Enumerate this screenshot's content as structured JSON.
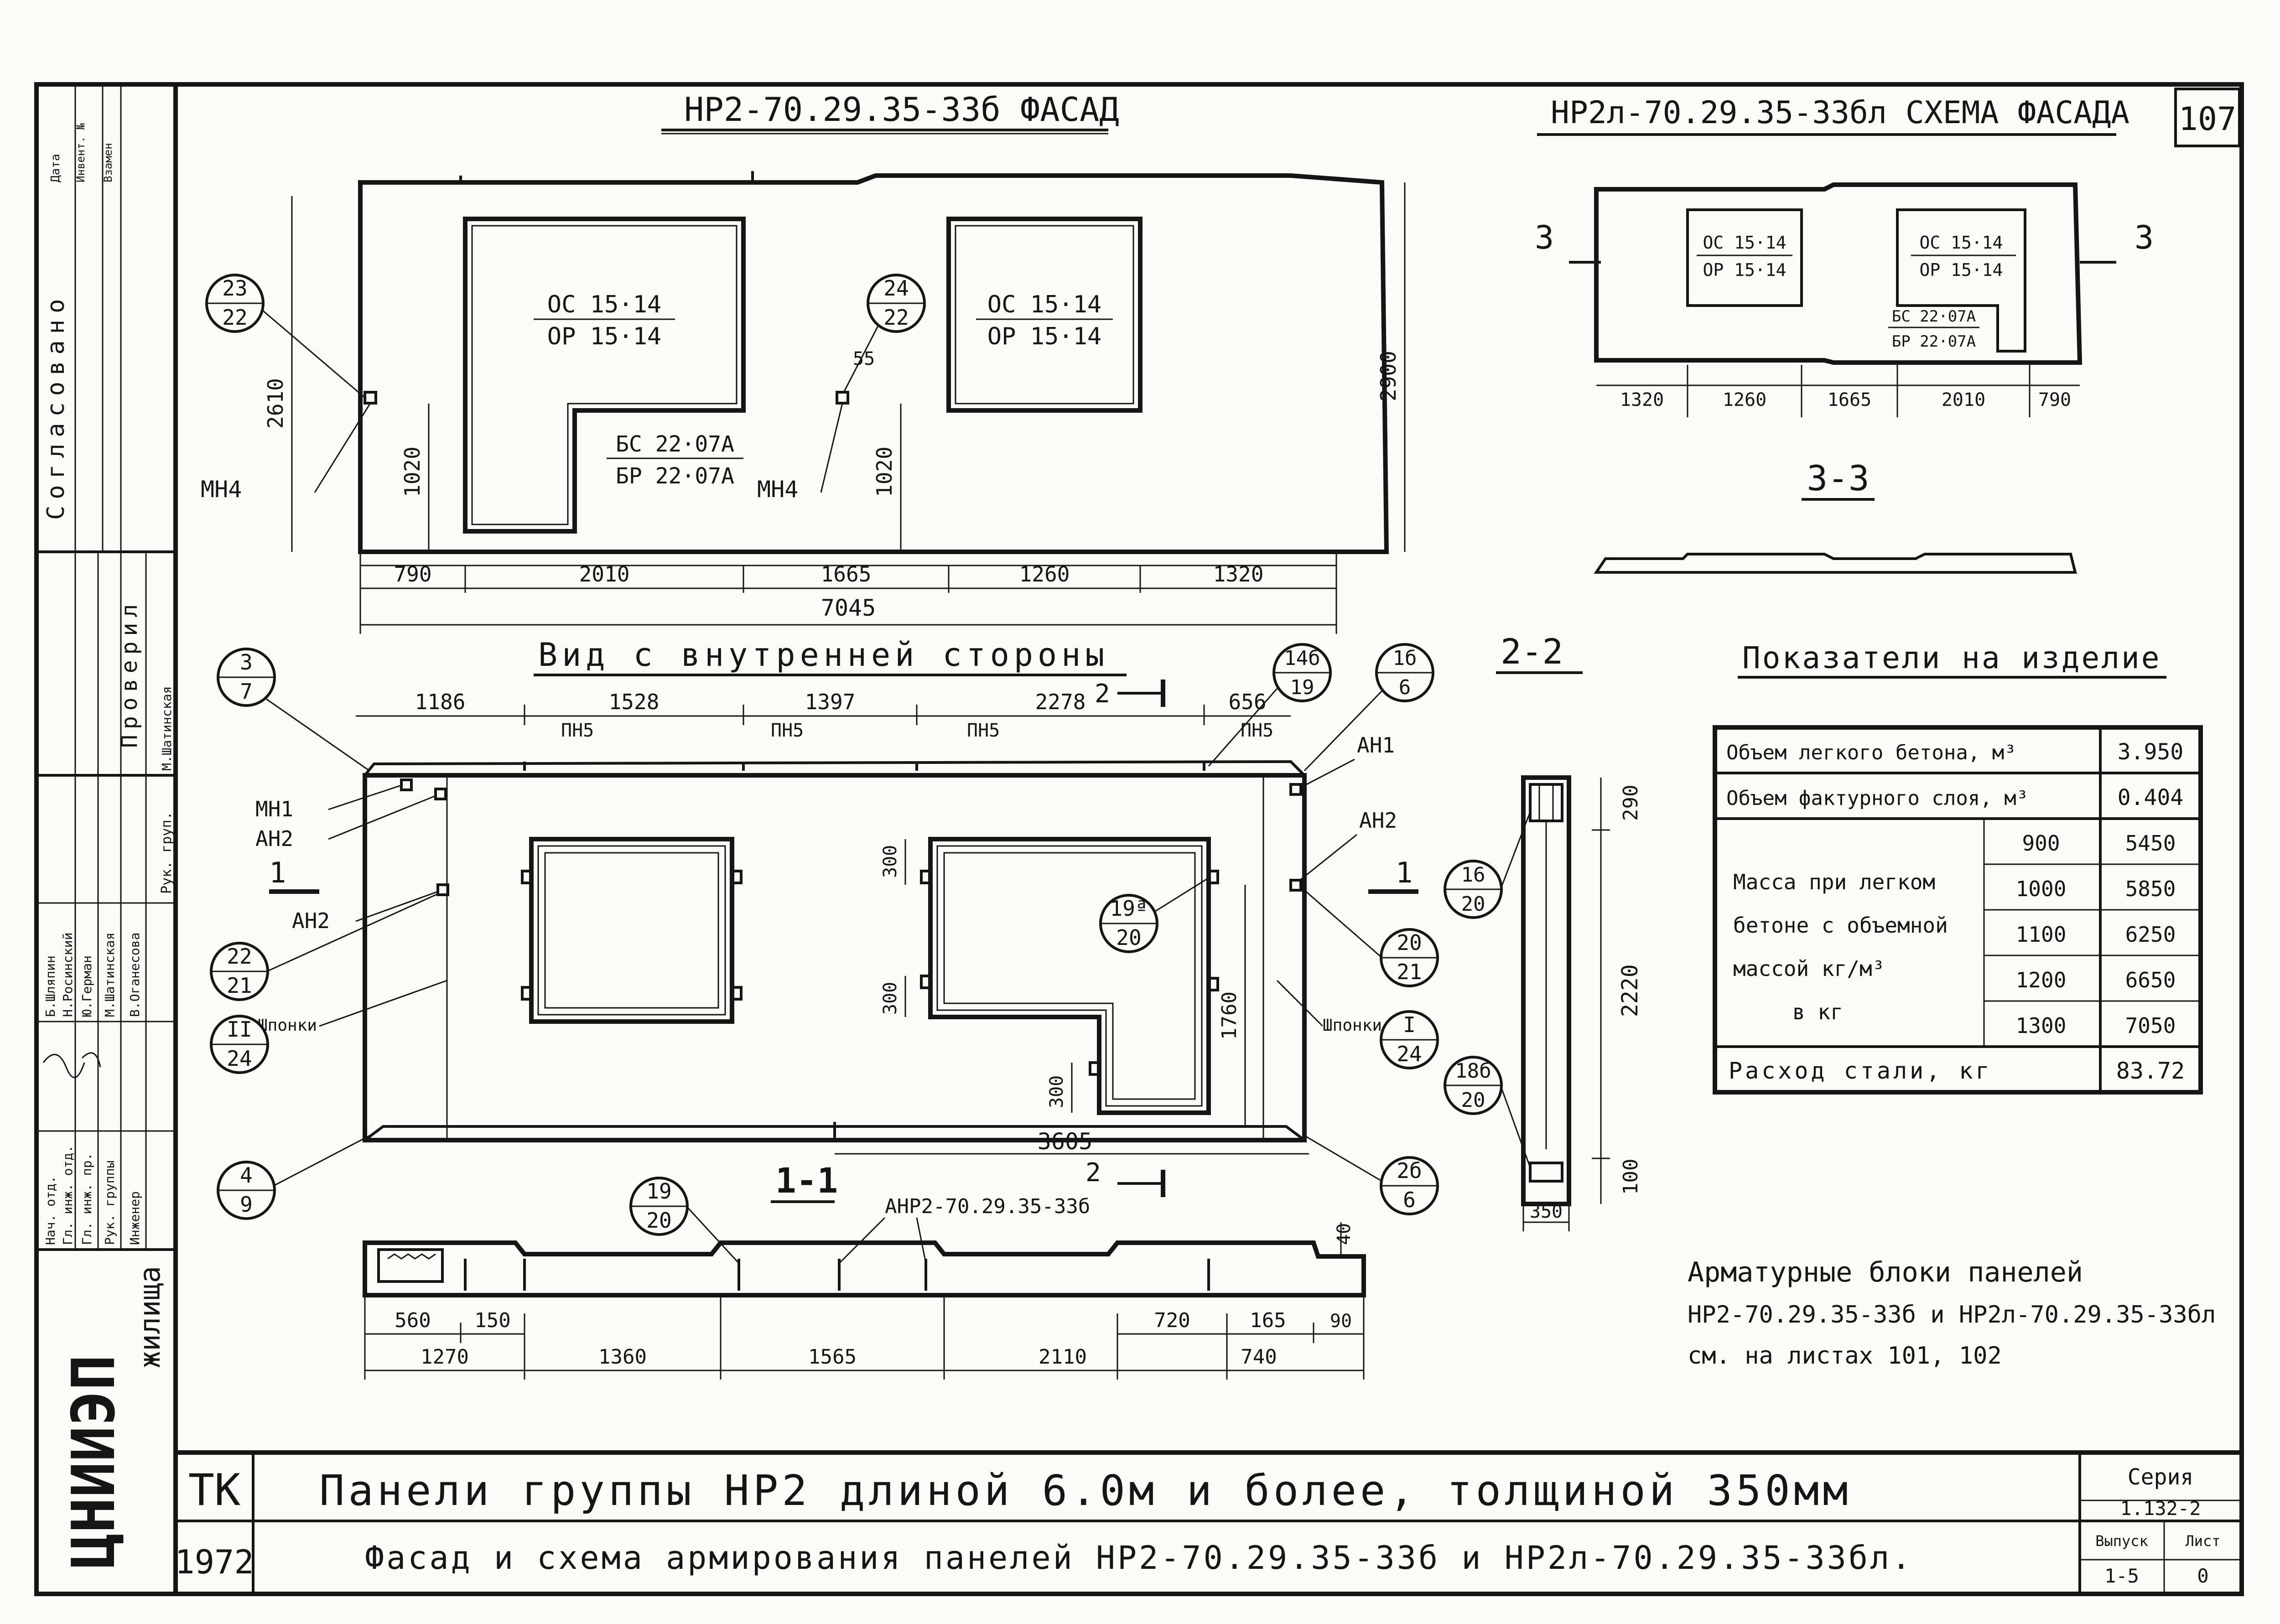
{
  "sheet_number": "107",
  "facade": {
    "title": "НР2-70.29.35-33б ФАСАД",
    "window1": [
      "ОС 15·14",
      "ОР 15·14"
    ],
    "window2": [
      "ОС 15·14",
      "ОР 15·14"
    ],
    "door": [
      "БС 22·07А",
      "БР 22·07А"
    ],
    "dims_bottom": [
      "790",
      "2010",
      "1665",
      "1260",
      "1320"
    ],
    "total": "7045",
    "height_total": "2900",
    "height_left": "2610",
    "dim_1020a": "1020",
    "dim_1020b": "1020",
    "dim_55": "55",
    "mn4a": "МН4",
    "mn4b": "МН4",
    "callout_a": [
      "23",
      "22"
    ],
    "callout_b": [
      "24",
      "22"
    ]
  },
  "scheme": {
    "title": "НР2л-70.29.35-33бл СХЕМА ФАСАДА",
    "window1": [
      "ОС 15·14",
      "ОР 15·14"
    ],
    "window2": [
      "ОС 15·14",
      "ОР 15·14"
    ],
    "door": [
      "БС 22·07А",
      "БР 22·07А"
    ],
    "dims": [
      "1320",
      "1260",
      "1665",
      "2010",
      "790"
    ],
    "cut_left": "3",
    "cut_right": "3",
    "section_title": "3-3"
  },
  "inner": {
    "title": "Вид с внутренней стороны",
    "dims_top": [
      "1186",
      "1528",
      "1397",
      "2278",
      "656"
    ],
    "pn_labels": [
      "ПН5",
      "ПН5",
      "ПН5",
      "ПН5"
    ],
    "an1": "АН1",
    "mn1": "МН1",
    "an2_left": "АН2",
    "an2_left2": "АН2",
    "an2_right": "АН2",
    "shponki_left": "Шпонки",
    "shponki_right": "Шпонки",
    "dim_300a": "300",
    "dim_300b": "300",
    "dim_300c": "300",
    "dim_1760": "1760",
    "dim_3605": "3605",
    "cut_1_left": "1",
    "cut_1_right": "1",
    "cut_2_top": "2",
    "cut_2_bottom": "2",
    "callouts": {
      "c3_7": [
        "3",
        "7"
      ],
      "c14b_19": [
        "14б",
        "19"
      ],
      "c1b_6": [
        "1б",
        "6"
      ],
      "c22_21": [
        "22",
        "21"
      ],
      "cII_24": [
        "II",
        "24"
      ],
      "c19a_20": [
        "19ª",
        "20"
      ],
      "c20_21": [
        "20",
        "21"
      ],
      "cI_24": [
        "I",
        "24"
      ],
      "c4_9": [
        "4",
        "9"
      ],
      "c2b_6": [
        "2б",
        "6"
      ]
    }
  },
  "section11": {
    "title": "1-1",
    "label": "АНР2-70.29.35-33б",
    "callout": [
      "19",
      "20"
    ],
    "dims_top_row": [
      "560",
      "150",
      "720",
      "165",
      "90"
    ],
    "dims_bottom_row": [
      "1270",
      "1360",
      "1565",
      "2110",
      "740"
    ],
    "dim_40": "40"
  },
  "section22": {
    "title": "2-2",
    "dims": [
      "290",
      "2220",
      "100"
    ],
    "width": "350",
    "callout_top": [
      "16",
      "20"
    ],
    "callout_bottom": [
      "18б",
      "20"
    ]
  },
  "indicators": {
    "title": "Показатели на изделие",
    "row1_label": "Объем легкого бетона, м³",
    "row1_value": "3.950",
    "row2_label": "Объем фактурного слоя, м³",
    "row2_value": "0.404",
    "mass_label": [
      "Масса при легком",
      "бетоне с объемной",
      "массой кг/м³",
      "в кг"
    ],
    "mass_rows": [
      {
        "density": "900",
        "mass": "5450"
      },
      {
        "density": "1000",
        "mass": "5850"
      },
      {
        "density": "1100",
        "mass": "6250"
      },
      {
        "density": "1200",
        "mass": "6650"
      },
      {
        "density": "1300",
        "mass": "7050"
      }
    ],
    "steel_label": "Расход стали, кг",
    "steel_value": "83.72"
  },
  "note": [
    "Арматурные блоки панелей",
    "НР2-70.29.35-33б и НР2л-70.29.35-33бл",
    "см. на листах 101, 102"
  ],
  "title_block": {
    "org": "ТК",
    "year": "1972",
    "title1": "Панели группы НР2 длиной 6.0м и более, толщиной 350мм",
    "title2": "Фасад и схема армирования панелей НР2-70.29.35-33б и НР2л-70.29.35-33бл.",
    "series_label": "Серия",
    "series_value": "1.132-2",
    "issue_label": "Выпуск",
    "issue_value": "1-5",
    "sheet_label": "Лист",
    "sheet_value": "0",
    "logo": "ЦНИИЭП",
    "logo_sub": "жилища"
  },
  "stamp": {
    "agreed": "Согласовано",
    "date": "Дата",
    "inv": "Инвент. №",
    "replace": "Взамен",
    "checked": "Проверил",
    "roles": [
      "Нач. отд.",
      "Гл. инж. отд.",
      "Гл. инж. пр.",
      "Рук. группы",
      "Инженер"
    ],
    "names": [
      "Б.Шляпин",
      "Н.Росинский",
      "Ю.Герман",
      "М.Шатинская",
      "В.Оганесова"
    ],
    "check_role": "Рук. груп.",
    "check_name": "М.Шатинская"
  }
}
